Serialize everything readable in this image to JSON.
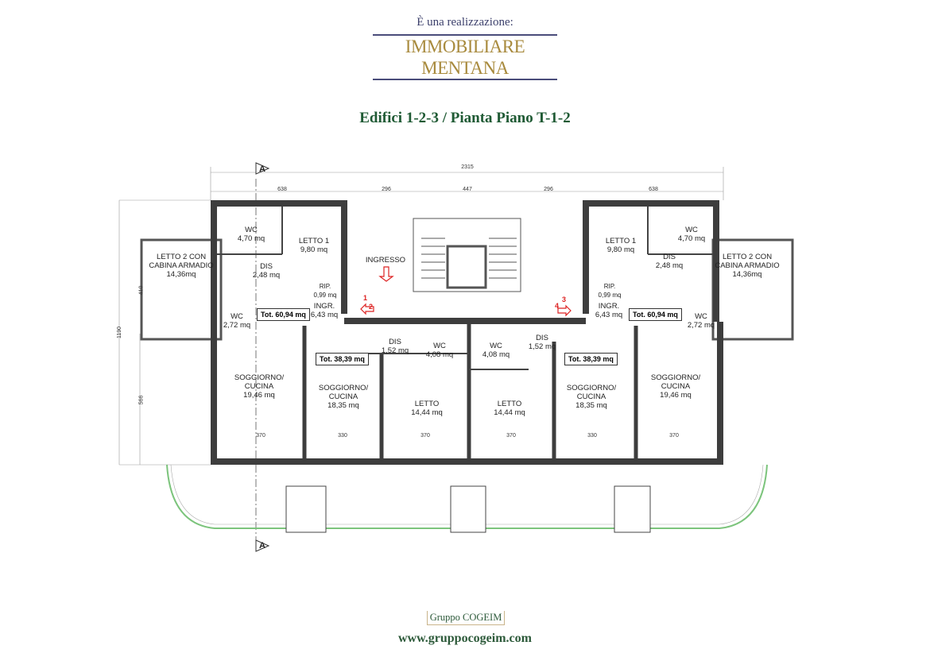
{
  "header": {
    "intro": "È una realizzazione:",
    "brand": "IMMOBILIARE MENTANA",
    "title": "Edifici 1-2-3  / Pianta Piano T-1-2"
  },
  "plan": {
    "section_marker": "A",
    "dimensions": {
      "total_width": "2315",
      "top": [
        "638",
        "296",
        "447",
        "296",
        "638"
      ],
      "left_height": "1190",
      "left_lower": "566",
      "left_bay": "410"
    },
    "rooms_left": {
      "wc1": "WC",
      "wc1_area": "4,70 mq",
      "letto1": "LETTO 1",
      "letto1_area": "9,80 mq",
      "letto2": "LETTO 2 CON",
      "letto2b": "CABINA ARMADIO",
      "letto2_area": "14,36mq",
      "dis": "DIS",
      "dis_area": "2,48 mq",
      "rip": "RIP.",
      "rip_area": "0,99 mq",
      "ingr": "INGR.",
      "ingr_area": "6,43 mq",
      "wc2": "WC",
      "wc2_area": "2,72 mq",
      "total": "Tot. 60,94 mq",
      "soggiorno": "SOGGIORNO/",
      "cucina": "CUCINA",
      "soggiorno_area": "19,46 mq"
    },
    "rooms_center_left": {
      "total": "Tot. 38,39 mq",
      "soggiorno": "SOGGIORNO/",
      "cucina": "CUCINA",
      "soggiorno_area": "18,35 mq",
      "dis": "DIS",
      "dis_area": "1,52 mq",
      "wc": "WC",
      "wc_area": "4,08 mq",
      "letto": "LETTO",
      "letto_area": "14,44 mq"
    },
    "rooms_center_right": {
      "total": "Tot. 38,39 mq",
      "soggiorno": "SOGGIORNO/",
      "cucina": "CUCINA",
      "soggiorno_area": "18,35 mq",
      "dis": "DIS",
      "dis_area": "1,52 mq",
      "wc": "WC",
      "wc_area": "4,08 mq",
      "letto": "LETTO",
      "letto_area": "14,44 mq"
    },
    "rooms_right": {
      "wc1": "WC",
      "wc1_area": "4,70 mq",
      "letto1": "LETTO 1",
      "letto1_area": "9,80 mq",
      "letto2": "LETTO 2 CON",
      "letto2b": "CABINA ARMADIO",
      "letto2_area": "14,36mq",
      "dis": "DIS",
      "dis_area": "2,48 mq",
      "rip": "RIP.",
      "rip_area": "0,99 mq",
      "ingr": "INGR.",
      "ingr_area": "6,43 mq",
      "wc2": "WC",
      "wc2_area": "2,72 mq",
      "total": "Tot. 60,94 mq",
      "soggiorno": "SOGGIORNO/",
      "cucina": "CUCINA",
      "soggiorno_area": "19,46 mq"
    },
    "ingresso": "INGRESSO",
    "entrances": [
      "1",
      "2",
      "3",
      "4"
    ],
    "bottom_widths": [
      "370",
      "330",
      "370",
      "370",
      "330",
      "370"
    ]
  },
  "footer": {
    "logo": "Gruppo COGEIM",
    "website": "www.gruppocogeim.com"
  },
  "colors": {
    "wall": "#3d3d3d",
    "brand_gold": "#a88a3d",
    "title_green": "#1f5a34",
    "balcony": "#7cc47c",
    "arrow": "#d22222"
  }
}
